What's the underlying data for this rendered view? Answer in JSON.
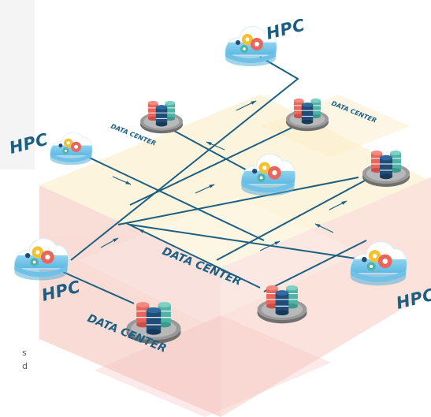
{
  "diagram": {
    "nodes": [
      {
        "id": "hpc-top",
        "kind": "hpc",
        "label": "HPC"
      },
      {
        "id": "hpc-left",
        "kind": "hpc",
        "label": "HPC"
      },
      {
        "id": "hpc-center",
        "kind": "hpc",
        "label": ""
      },
      {
        "id": "hpc-bottom-left",
        "kind": "hpc",
        "label": "HPC"
      },
      {
        "id": "hpc-right",
        "kind": "hpc",
        "label": "HPC"
      },
      {
        "id": "dc-top-left",
        "kind": "datacenter",
        "label": "DATA CENTER"
      },
      {
        "id": "dc-top-right",
        "kind": "datacenter",
        "label": "DATA CENTER"
      },
      {
        "id": "dc-right",
        "kind": "datacenter",
        "label": ""
      },
      {
        "id": "dc-middle",
        "kind": "datacenter",
        "label": "DATA CENTER"
      },
      {
        "id": "dc-bottom",
        "kind": "datacenter",
        "label": "DATA CENTER"
      }
    ],
    "colors": {
      "line": "#1d5f82",
      "label": "#1d5f82",
      "cloud_top": "#ffffff",
      "cloud_bottom": "#7fcbe9",
      "disk_red": "#e9665c",
      "disk_teal": "#4fb3a6",
      "disk_navy": "#1f4d78",
      "platform": "#7d7d7d",
      "cube_top": "#fbeec5",
      "cube_side": "#fadcd3"
    }
  },
  "page_fragment": {
    "line1": "s",
    "line2": "d"
  }
}
